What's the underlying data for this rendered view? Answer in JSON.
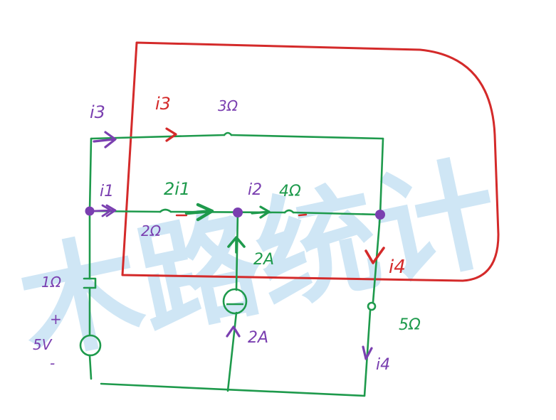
{
  "colors": {
    "wire": "#1e9a4c",
    "loop": "#d42a2a",
    "node": "#7a3fb0",
    "purple_text": "#7a3fb0",
    "red_text": "#d42a2a",
    "green_text": "#1e9a4c",
    "watermark": "#a9d3ee"
  },
  "watermark": {
    "text": "木路统计"
  },
  "labels": {
    "i3_purple": "i3",
    "i3_red": "i3",
    "r_3ohm": "3Ω",
    "i1_purple": "i1",
    "two_i1": "2i1",
    "r_2ohm": "2Ω",
    "i2": "i2",
    "r_4ohm": "4Ω",
    "src_2A_top": "2A",
    "i4_red": "i4",
    "r_1ohm": "1Ω",
    "plus": "+",
    "v_5": "5V",
    "minus": "-",
    "src_2A_bottom": "2A",
    "r_5ohm": "5Ω",
    "i4_purple": "i4"
  }
}
